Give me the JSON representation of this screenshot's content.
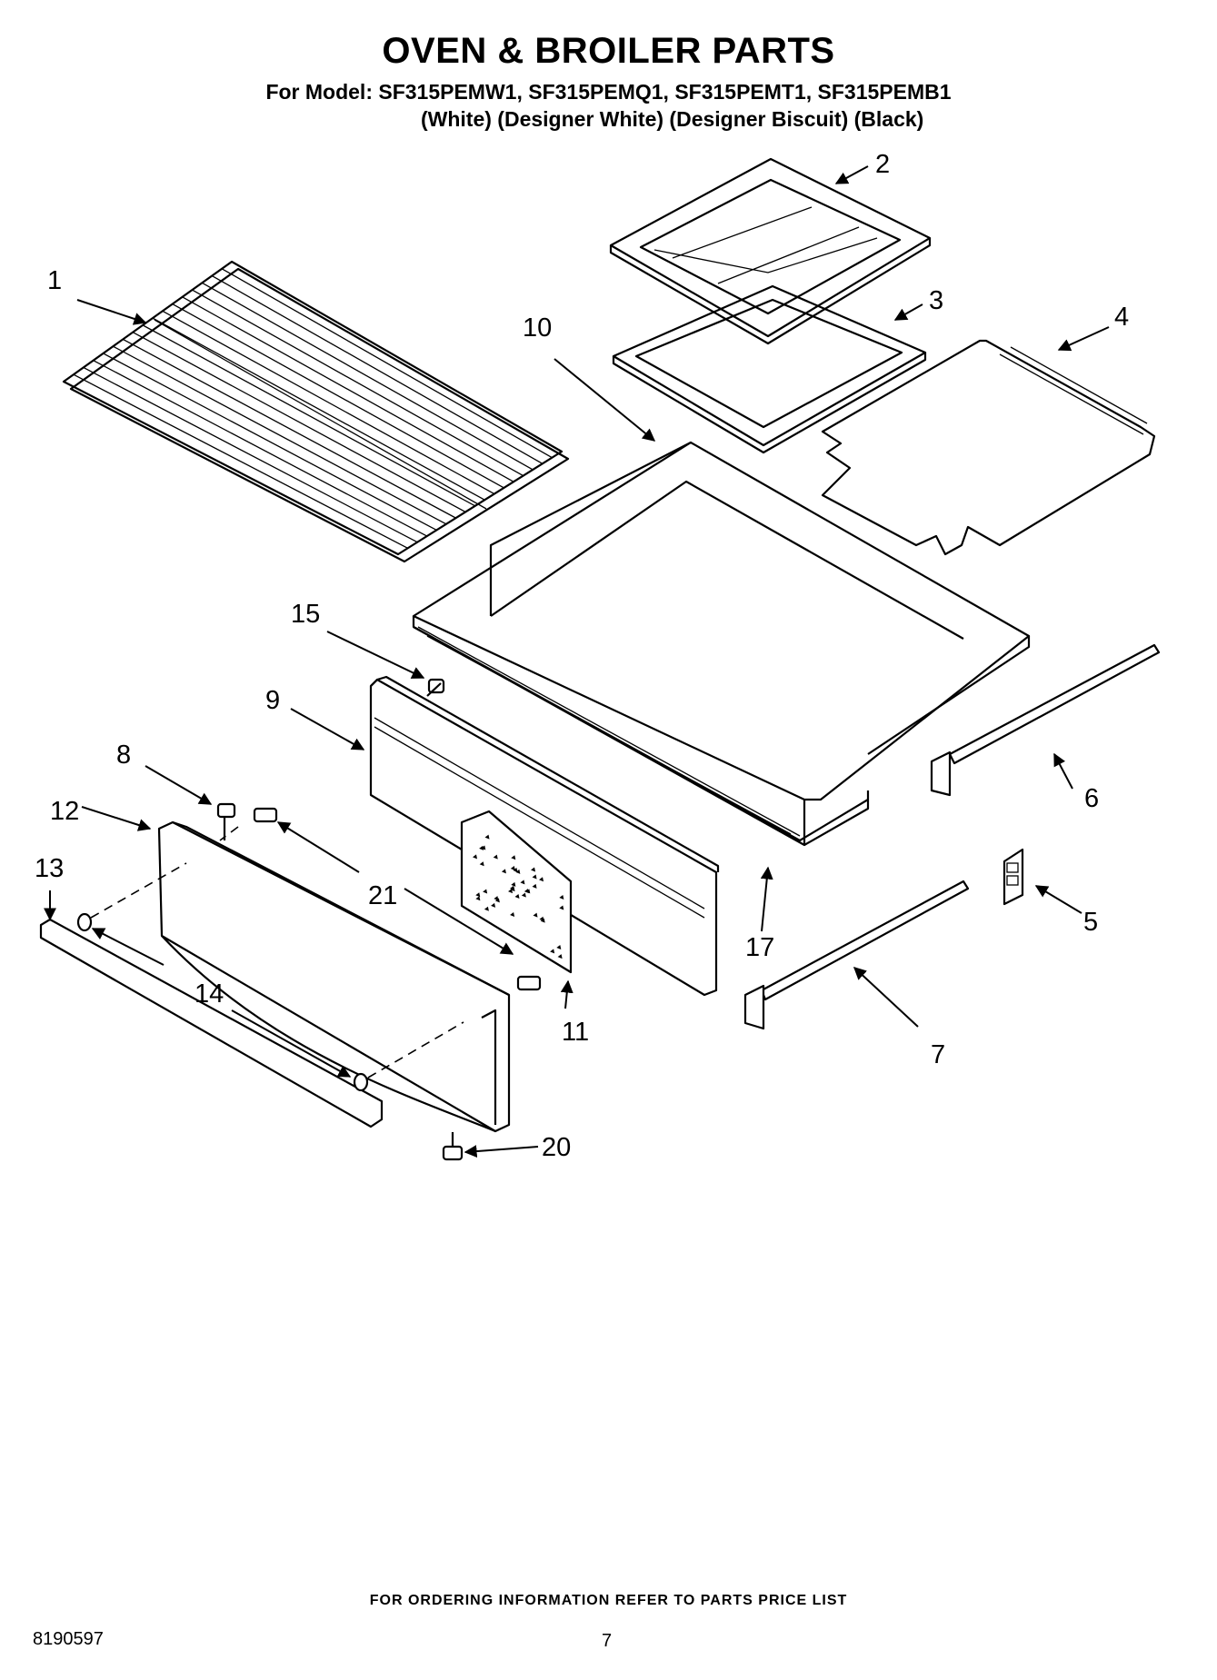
{
  "title": "OVEN & BROILER PARTS",
  "models_line": "For Model: SF315PEMW1, SF315PEMQ1, SF315PEMT1, SF315PEMB1",
  "colors_line": "(White) (Designer White)  (Designer Biscuit) (Black)",
  "callouts": [
    "1",
    "2",
    "3",
    "4",
    "5",
    "6",
    "7",
    "8",
    "9",
    "10",
    "11",
    "12",
    "13",
    "14",
    "15",
    "17",
    "20",
    "21"
  ],
  "footer": "FOR ORDERING INFORMATION REFER TO PARTS PRICE LIST",
  "doc_number": "8190597",
  "page_number": "7"
}
